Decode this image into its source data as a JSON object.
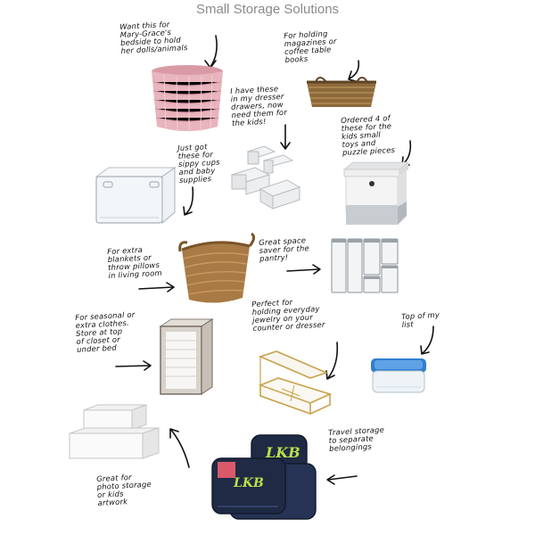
{
  "title": "Small Storage Solutions",
  "notes": {
    "pink_basket": [
      "Want this for",
      "Mary-Grace's",
      "bedside to hold",
      "her dolls/animals"
    ],
    "magazine_basket": [
      "For holding",
      "magazines or",
      "coffee table",
      "books"
    ],
    "drawer_bins": [
      "I have these",
      "in my dresser",
      "drawers, now",
      "need them for",
      "the kids!"
    ],
    "lidded_box": [
      "Ordered 4 of",
      "these for the",
      "kids small",
      "toys and",
      "puzzle pieces"
    ],
    "clear_bin": [
      "Just got",
      "these for",
      "sippy cups",
      "and baby",
      "supplies"
    ],
    "seagrass_basket": [
      "For extra",
      "blankets or",
      "throw pillows",
      "in living room"
    ],
    "pantry_containers": [
      "Great space",
      "saver for the",
      "pantry!"
    ],
    "jewelry_box": [
      "Perfect for",
      "holding everyday",
      "jewelry on your",
      "counter or dresser"
    ],
    "food_container": [
      "Top of my",
      "list"
    ],
    "clothes_bag": [
      "For seasonal or",
      "extra clothes.",
      "Store at top",
      "of closet or",
      "under bed"
    ],
    "travel_cases": [
      "Travel storage",
      "to separate",
      "belongings"
    ],
    "photo_boxes": [
      "Great for",
      "photo storage",
      "or kids",
      "artwork"
    ]
  },
  "monogram": "LKB",
  "colors": {
    "pink": "#e8b4bd",
    "navy": "#1f2a44",
    "monogram": "#b9e04a",
    "blue_lid": "#2f7fd0",
    "gold": "#c8a24a",
    "seagrass": "#a87a45",
    "gray_band": "#c9cdd2"
  }
}
